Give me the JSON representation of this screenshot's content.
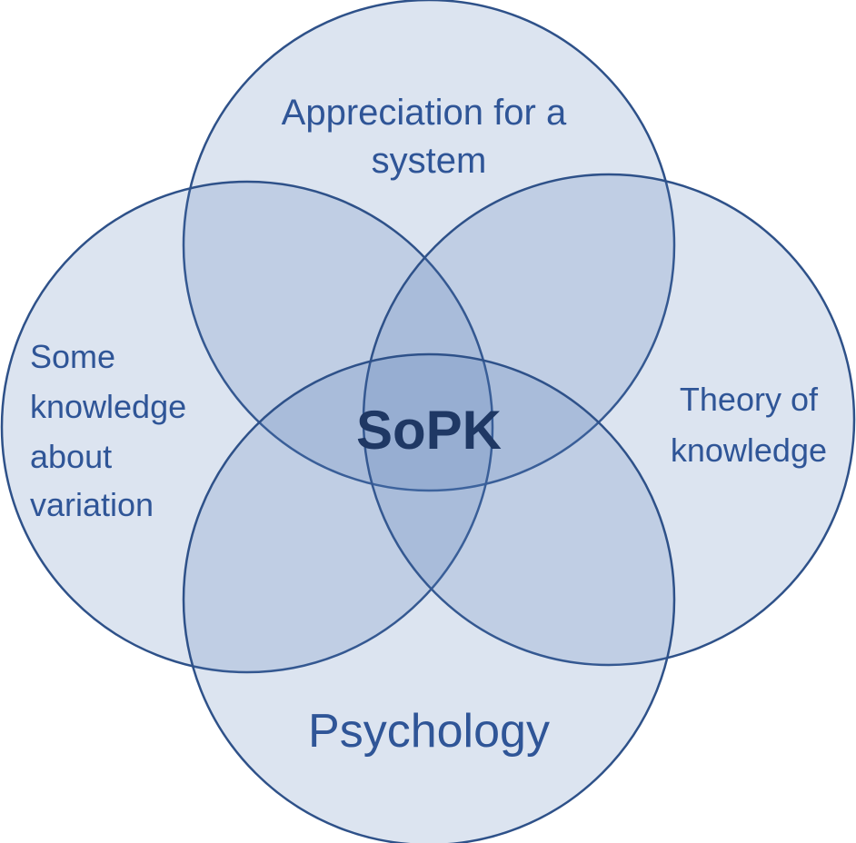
{
  "diagram": {
    "type": "venn",
    "colors": {
      "fill": "#4f78b4",
      "stroke": "#2e5189",
      "text": "#2f5597",
      "center_text": "#1f3864"
    },
    "sets": [
      {
        "key": "top",
        "label_lines": [
          "Appreciation for a",
          "system"
        ]
      },
      {
        "key": "left",
        "label_lines": [
          "Some",
          "knowledge",
          "about",
          "variation"
        ]
      },
      {
        "key": "right",
        "label_lines": [
          "Theory of",
          "knowledge"
        ]
      },
      {
        "key": "bottom",
        "label_lines": [
          "Psychology"
        ]
      }
    ],
    "center_label": "SoPK"
  }
}
